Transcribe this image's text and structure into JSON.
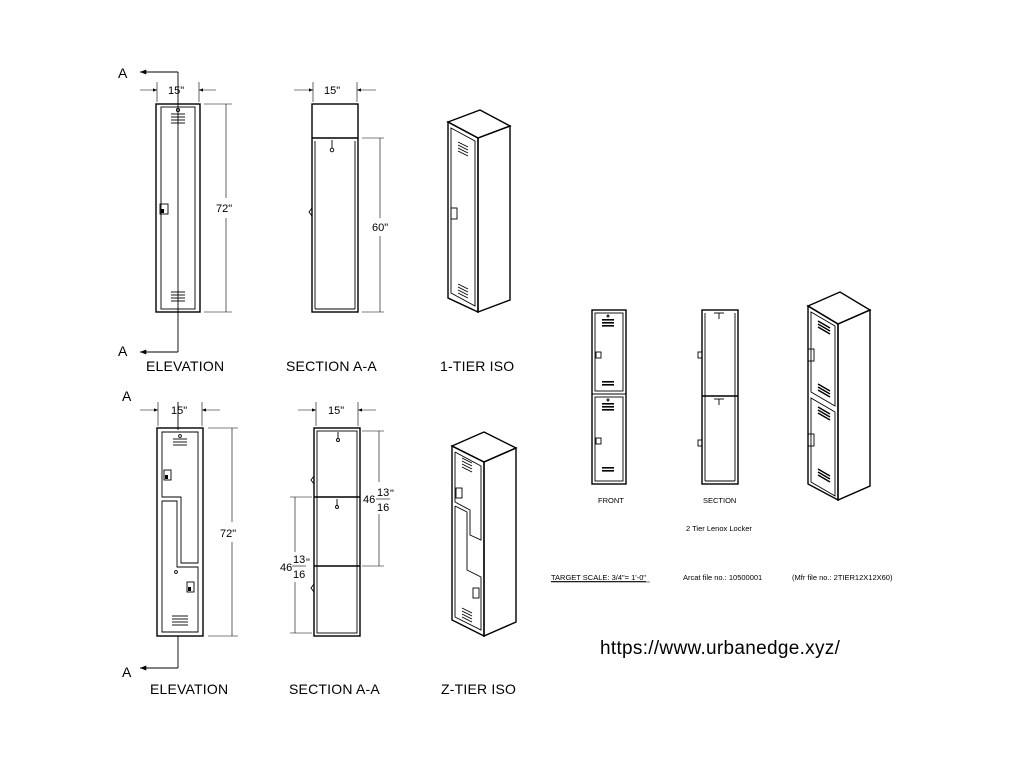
{
  "views": {
    "elevation_1": "ELEVATION",
    "section_1": "SECTION A-A",
    "iso_1": "1-TIER ISO",
    "elevation_2": "ELEVATION",
    "section_2": "SECTION A-A",
    "iso_2": "Z-TIER ISO"
  },
  "section_marks": {
    "a1_top": "A",
    "a1_bottom": "A",
    "a2_top": "A",
    "a2_bottom": "A"
  },
  "dimensions": {
    "width_elev_1": "15\"",
    "width_sect_1": "15\"",
    "height_elev_1": "72\"",
    "height_sect_1": "60\"",
    "width_elev_2": "15\"",
    "width_sect_2": "15\"",
    "height_elev_2": "72\"",
    "upper_whole": "46",
    "upper_num": "13",
    "upper_den": "16",
    "upper_inch": "\"",
    "lower_whole": "46",
    "lower_num": "13",
    "lower_den": "16",
    "lower_inch": "\""
  },
  "two_tier": {
    "front_label": "FRONT",
    "section_label": "SECTION",
    "title": "2 Tier Lenox Locker"
  },
  "notes": {
    "target_scale": "TARGET SCALE: 3/4\"= 1'-0\"",
    "arcat_file": "Arcat file no.: 10500001",
    "mfr_file": "(Mfr file no.: 2TIER12X12X60)"
  },
  "website": "https://www.urbanedge.xyz/"
}
